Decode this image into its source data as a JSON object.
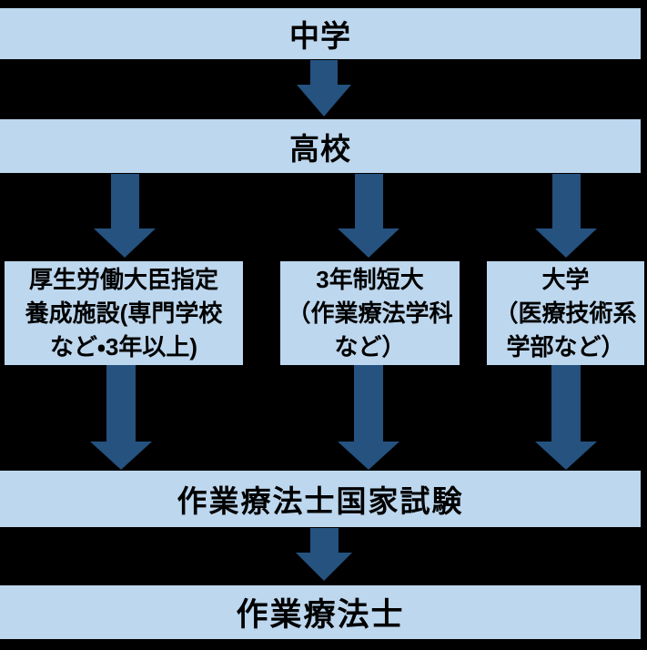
{
  "colors": {
    "background": "#000000",
    "band": "#bdd7ee",
    "arrow": "#25527f",
    "text": "#000000"
  },
  "icons": {
    "down_arrow": "block-down-arrow shape rendered with CSS"
  },
  "flowchart": {
    "stages": {
      "junior_high": "中学",
      "high_school": "高校",
      "national_exam": "作業療法士国家試験",
      "occupational_therapist": "作業療法士"
    },
    "paths": [
      {
        "name": "designated-training-facility",
        "lines": [
          "厚生労働大臣指定",
          "養成施設(専門学校",
          "など・3年以上)"
        ]
      },
      {
        "name": "three-year-junior-college",
        "lines": [
          "3年制短大",
          "（作業療法学科",
          "など）"
        ]
      },
      {
        "name": "university",
        "lines": [
          "大学",
          "（医療技術系",
          "学部など）"
        ]
      }
    ]
  }
}
